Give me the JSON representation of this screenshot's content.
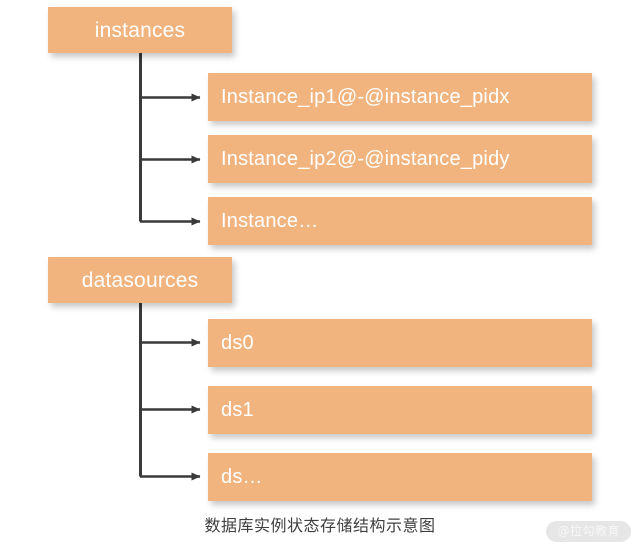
{
  "diagram": {
    "caption": "数据库实例状态存储结构示意图",
    "watermark": "@拉勾教育",
    "colors": {
      "node_fill": "#f2b47e",
      "node_text": "#ffffff",
      "connector": "#3a3a3a",
      "caption_text": "#3f3f3f",
      "background": "#ffffff",
      "watermark_bg": "#e6e6e6",
      "watermark_text": "#f7f7f7"
    },
    "groups": [
      {
        "parent": "instances",
        "children": [
          "Instance_ip1@-@instance_pidx",
          "Instance_ip2@-@instance_pidy",
          "Instance…"
        ]
      },
      {
        "parent": "datasources",
        "children": [
          "ds0",
          "ds1",
          "ds…"
        ]
      }
    ]
  }
}
